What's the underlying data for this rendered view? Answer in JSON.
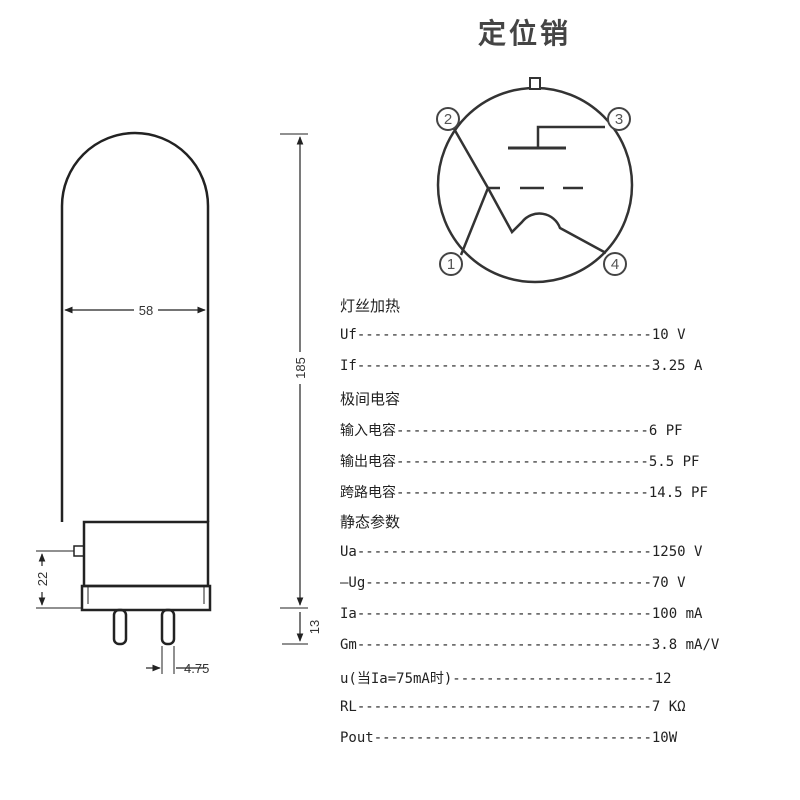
{
  "locator_title": "定位销",
  "tube_dimensions": {
    "diameter": "58",
    "height": "185",
    "base_height": "22",
    "pin_length": "13",
    "pin_diameter": "4.75"
  },
  "pin_numbers": [
    "1",
    "2",
    "3",
    "4"
  ],
  "specs": {
    "heater": {
      "heading": "灯丝加热",
      "rows": [
        {
          "label": "Uf",
          "value": "10 V"
        },
        {
          "label": "If",
          "value": "3.25 A"
        }
      ]
    },
    "capacitance": {
      "heading": "极间电容",
      "rows": [
        {
          "label": "输入电容",
          "value": "6 PF"
        },
        {
          "label": "输出电容",
          "value": "5.5 PF"
        },
        {
          "label": "跨路电容",
          "value": "14.5 PF"
        }
      ]
    },
    "static": {
      "heading": "静态参数",
      "rows": [
        {
          "label": "Ua",
          "value": "1250 V"
        },
        {
          "label": "—Ug",
          "value": "70 V"
        },
        {
          "label": "Ia",
          "value": "100 mA"
        },
        {
          "label": "Gm",
          "value": "3.8 mA/V"
        },
        {
          "label": "u(当Ia=75mA时)",
          "value": "12"
        },
        {
          "label": "RL",
          "value": "7 KΩ"
        },
        {
          "label": "Pout",
          "value": "10W"
        }
      ]
    }
  }
}
